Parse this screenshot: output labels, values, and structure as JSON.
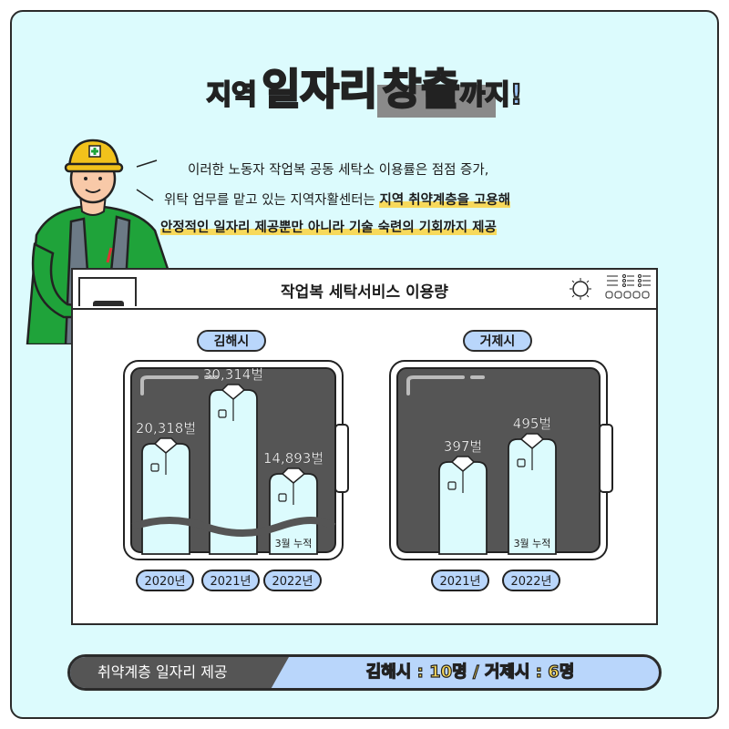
{
  "title": {
    "part1": "지역",
    "part2": "일자리",
    "part3": "창출",
    "part4": "까지!"
  },
  "description": {
    "line1": "이러한 노동자 작업복 공동 세탁소 이용률은 점점 증가,",
    "line2_plain": "위탁 업무를 맡고 있는 지역자활센터는 ",
    "line2_bold": "지역 취약계층을 고용해",
    "line3_bold": "안정적인 일자리 제공뿐만 아니라 기술 숙련의 기회까지 제공"
  },
  "panel_title": "작업복 세탁서비스 이용량",
  "colors": {
    "accent_blue": "#b9d6fb",
    "highlight_yellow": "#f7d95b",
    "machine_dark": "#555555",
    "shirt_fill": "#dcfbfd",
    "background": "#dcfbfd"
  },
  "chart_data": [
    {
      "type": "bar",
      "title": "김해시",
      "categories": [
        "2020년",
        "2021년",
        "2022년"
      ],
      "values": [
        20318,
        30314,
        14893
      ],
      "value_labels": [
        "20,318벌",
        "30,314벌",
        "14,893벌"
      ],
      "annotations": [
        null,
        null,
        "3월 누적"
      ],
      "unit": "벌"
    },
    {
      "type": "bar",
      "title": "거제시",
      "categories": [
        "2021년",
        "2022년"
      ],
      "values": [
        397,
        495
      ],
      "value_labels": [
        "397벌",
        "495벌"
      ],
      "annotations": [
        null,
        "3월 누적"
      ],
      "unit": "벌"
    }
  ],
  "bottom_bar": {
    "label": "취약계층 일자리 제공",
    "value": "김해시 : 10명 /  거제시 : 6명"
  },
  "icons": [
    "worker-character-icon",
    "hard-hat-icon",
    "dial-icon",
    "control-buttons-icon"
  ]
}
